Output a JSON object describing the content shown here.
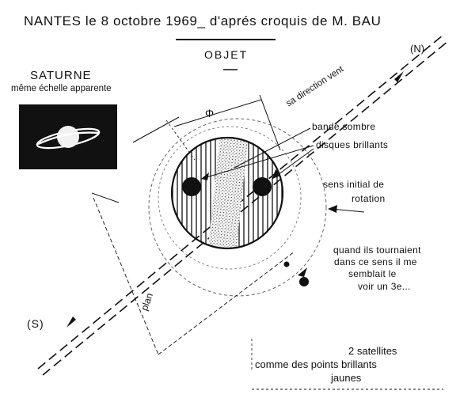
{
  "title": "NANTES  le 8 octobre 1969_ d'aprés croquis de  M. BAU",
  "objet_label": "OBJET",
  "compass": {
    "north": "(N)",
    "south": "(S)"
  },
  "saturne": {
    "title": "SATURNE",
    "subtitle": "même échelle apparente"
  },
  "labels": {
    "phi": "Φ",
    "vent": "sa direction vent",
    "bande_sombre": "bande sombre",
    "disques_brillants": "disques brillants",
    "sens_rotation_line1": "sens initial de",
    "sens_rotation_line2": "rotation",
    "quand_line1": "quand ils tournaient",
    "quand_line2": "dans ce sens il me",
    "quand_line3": "semblait le",
    "quand_line4": "voir un 3e...",
    "satellites_line1": "2 satellites",
    "satellites_line2": "comme des points brillants",
    "satellites_line3": "jaunes",
    "plan_label": "plan"
  },
  "colors": {
    "ink": "#111111",
    "paper": "#ffffff",
    "dark_fill": "#111111",
    "hatch_fill": "#c8c8c8"
  }
}
